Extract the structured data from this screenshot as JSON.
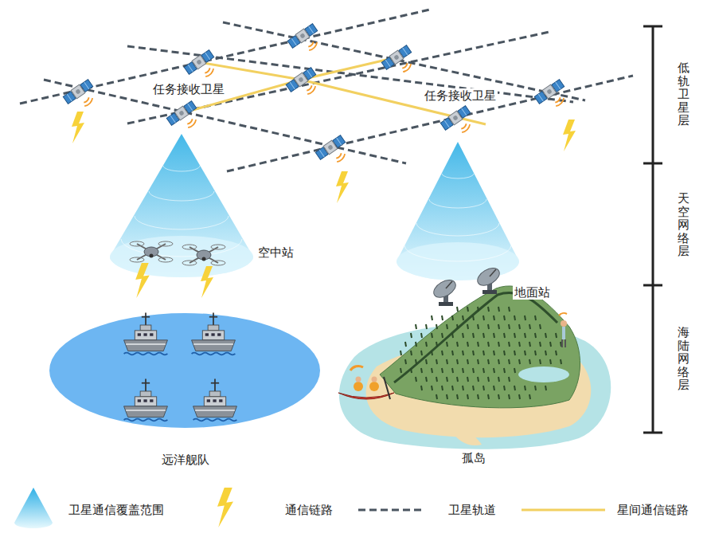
{
  "diagram": {
    "nodes": [
      {
        "text": [
          "远洋舰队"
        ]
      },
      {
        "text": [
          "孤岛"
        ]
      }
    ],
    "labels": [
      "任务接收卫星",
      "任务接收卫星",
      "空中站",
      "地面站",
      "低轨卫星层",
      "天空网络层",
      "海陆网络层"
    ],
    "legend": [
      {
        "text": "卫星通信覆盖范围"
      },
      {
        "text": "通信链路"
      },
      {
        "text": "卫星轨道"
      },
      {
        "text": "星间通信链路"
      }
    ]
  }
}
